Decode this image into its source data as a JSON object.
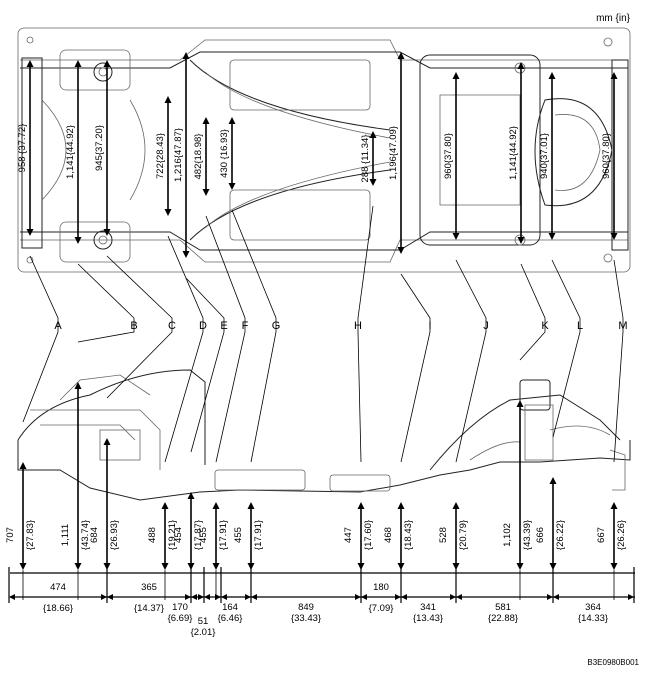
{
  "units_label": "mm {in}",
  "code": "B3E0980B001",
  "points": [
    "A",
    "B",
    "C",
    "D",
    "E",
    "F",
    "G",
    "H",
    "I",
    "J",
    "K",
    "L",
    "M"
  ],
  "top_dims": [
    "958 {37.72}",
    "1,141{44.92}",
    "945{37.20}",
    "722{28.43}",
    "1,216{47.87}",
    "482{18.98}",
    "430 {16.93}",
    "288 {11.34}",
    "1,196{47.09}",
    "960{37.80}",
    "1,141{44.92}",
    "940{37.01}",
    "960{37.80}"
  ],
  "heights": [
    {
      "mm": "707",
      "in": "{27.83}"
    },
    {
      "mm": "1,111",
      "in": "{43.74}"
    },
    {
      "mm": "684",
      "in": "{26.93}"
    },
    {
      "mm": "488",
      "in": "{19.21}"
    },
    {
      "mm": "454",
      "in": "{17.87}"
    },
    {
      "mm": "455",
      "in": "{17.91}"
    },
    {
      "mm": "455",
      "in": "{17.91}"
    },
    {
      "mm": "447",
      "in": "{17.60}"
    },
    {
      "mm": "468",
      "in": "{18.43}"
    },
    {
      "mm": "528",
      "in": "{20.79}"
    },
    {
      "mm": "1,102",
      "in": "{43.39}"
    },
    {
      "mm": "666",
      "in": "{26.22}"
    },
    {
      "mm": "667",
      "in": "{26.26}"
    }
  ],
  "spacings": [
    {
      "mm": "474",
      "in": "{18.66}"
    },
    {
      "mm": "365",
      "in": "{14.37}"
    },
    {
      "mm": "170",
      "in": "{6.69}"
    },
    {
      "mm": "51",
      "in": "{2.01}"
    },
    {
      "mm": "164",
      "in": "{6.46}"
    },
    {
      "mm": "849",
      "in": "{33.43}"
    },
    {
      "mm": "180",
      "in": "{7.09}"
    },
    {
      "mm": "341",
      "in": "{13.43}"
    },
    {
      "mm": "581",
      "in": "{22.88}"
    },
    {
      "mm": "364",
      "in": "{14.33}"
    }
  ]
}
